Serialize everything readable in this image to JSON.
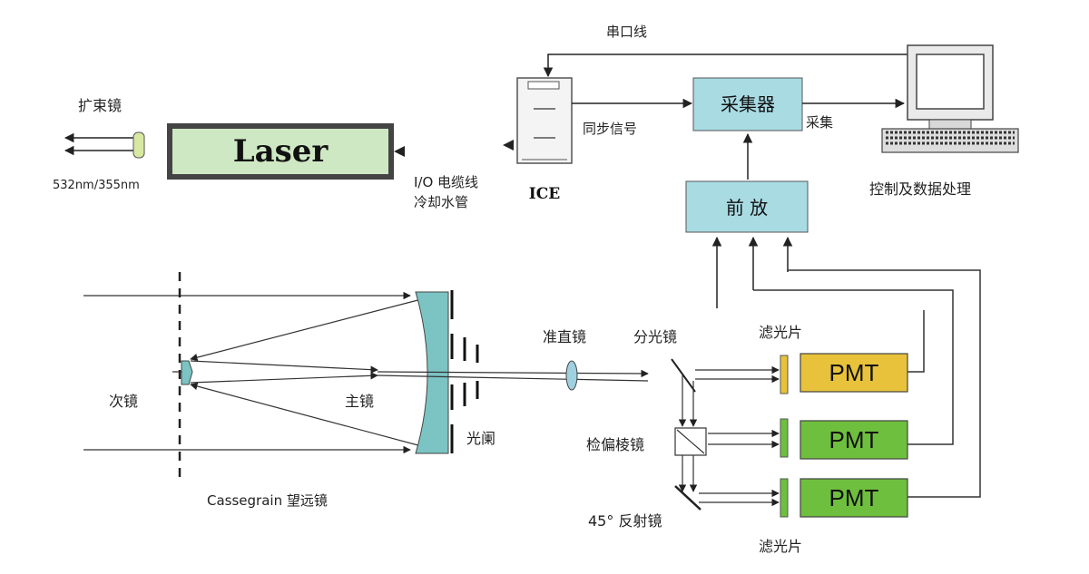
{
  "laser": {
    "label": "Laser",
    "fill": "#cfe8c4"
  },
  "beam_expander": {
    "label": "扩束镜",
    "wavelength": "532nm/355nm"
  },
  "ice": {
    "label": "ICE",
    "cable_label_1": "I/O 电缆线",
    "cable_label_2": "冷却水管"
  },
  "serial": {
    "label": "串口线"
  },
  "sync": {
    "label": "同步信号"
  },
  "collector": {
    "label": "采集器",
    "fill": "#a9dbe3"
  },
  "collect": {
    "label": "采集"
  },
  "computer": {
    "label": "控制及数据处理"
  },
  "preamp": {
    "label": "前 放",
    "fill": "#a9dbe3"
  },
  "telescope": {
    "secondary_label": "次镜",
    "primary_label": "主镜",
    "aperture_label": "光阑",
    "title": "Cassegrain 望远镜",
    "mirror_fill": "#7cc4c4"
  },
  "collimator": {
    "label": "准直镜"
  },
  "splitter": {
    "label": "分光镜"
  },
  "polarizer": {
    "label": "检偏棱镜"
  },
  "mirror45": {
    "label": "45° 反射镜"
  },
  "filters": {
    "top_label": "滤光片",
    "bottom_label": "滤光片"
  },
  "pmts": [
    {
      "label": "PMT",
      "fill": "#e8c23a"
    },
    {
      "label": "PMT",
      "fill": "#6fbf3e"
    },
    {
      "label": "PMT",
      "fill": "#6fbf3e"
    }
  ]
}
